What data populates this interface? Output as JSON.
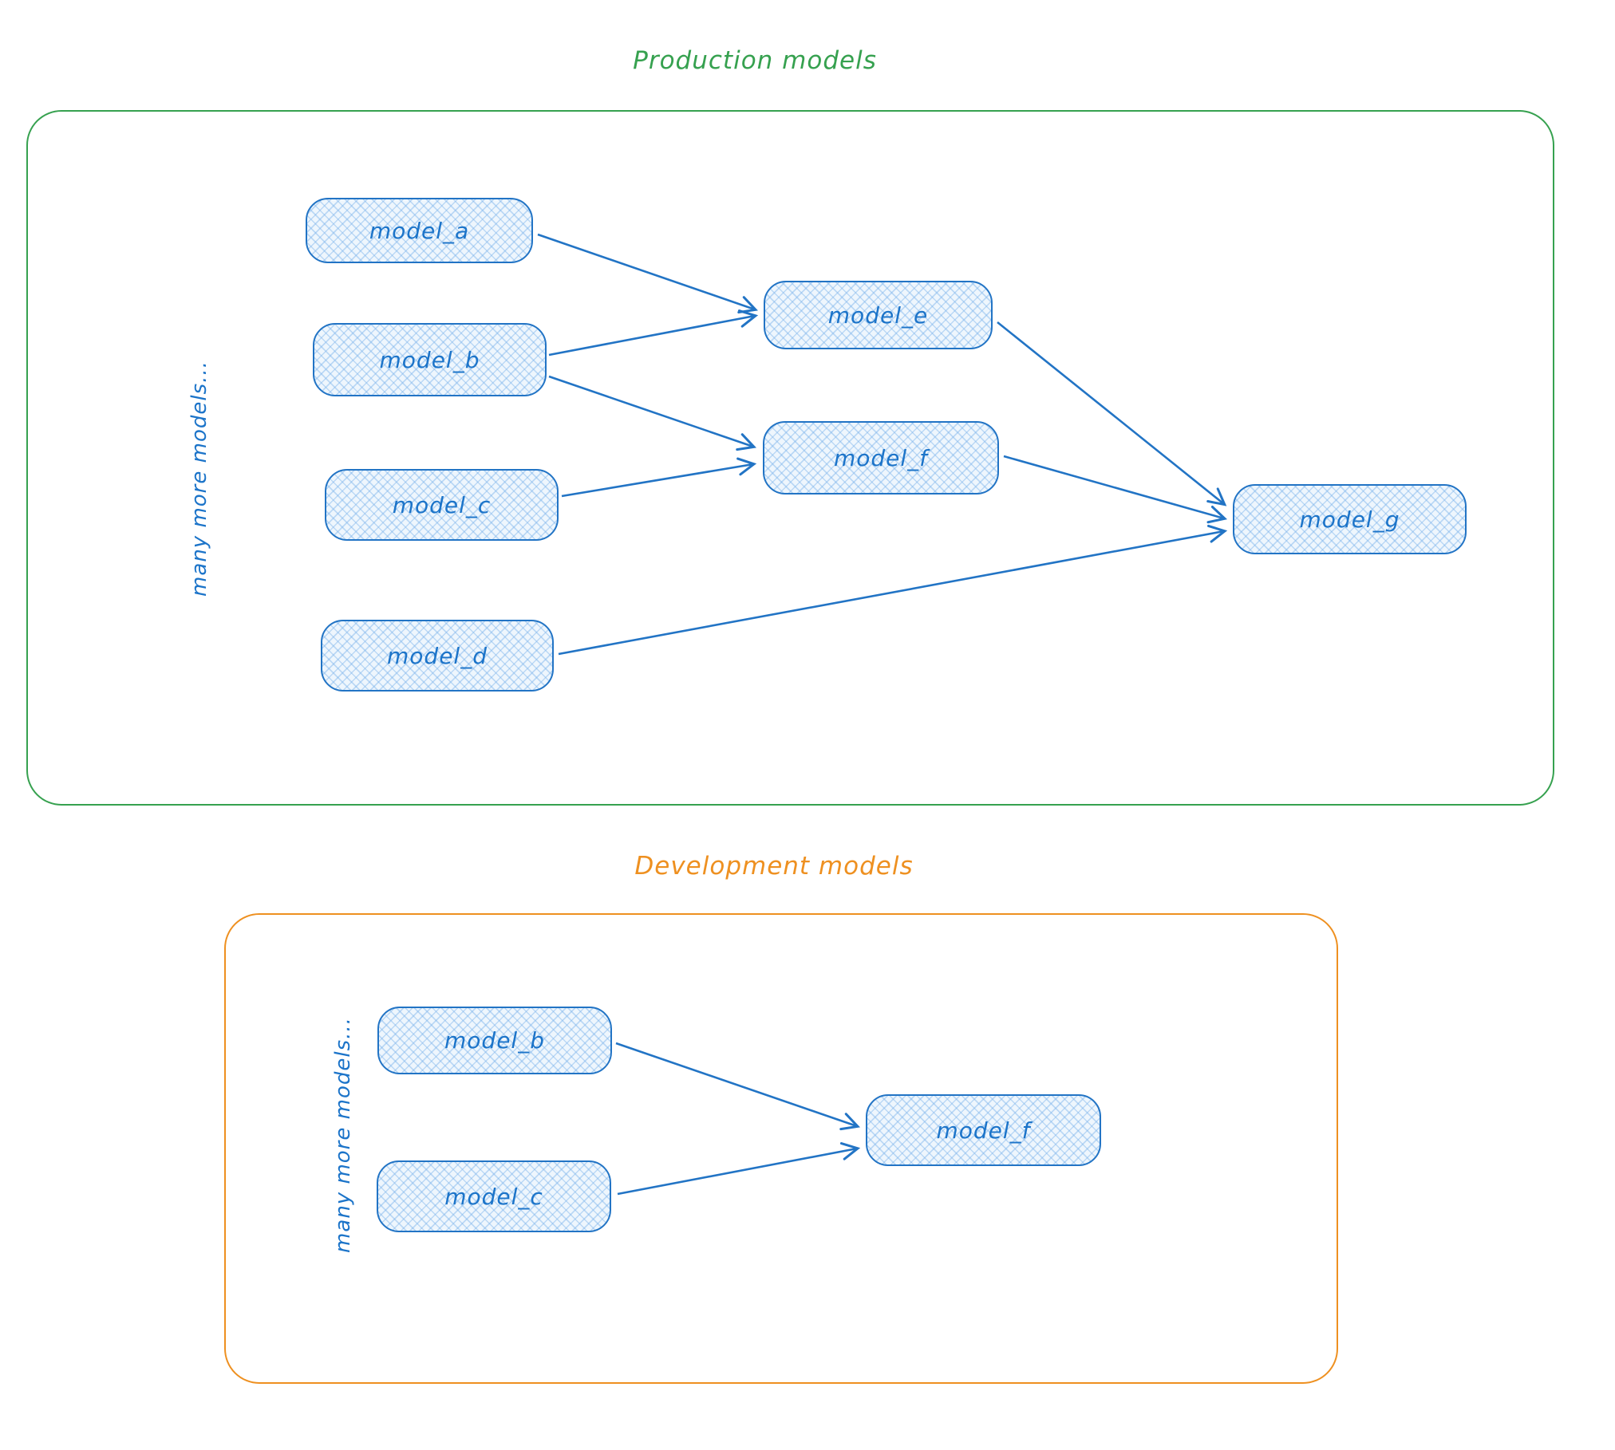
{
  "production": {
    "title": "Production models",
    "side_label": "many more models...",
    "nodes": [
      {
        "id": "model_a",
        "label": "model_a"
      },
      {
        "id": "model_b",
        "label": "model_b"
      },
      {
        "id": "model_c",
        "label": "model_c"
      },
      {
        "id": "model_d",
        "label": "model_d"
      },
      {
        "id": "model_e",
        "label": "model_e"
      },
      {
        "id": "model_f",
        "label": "model_f"
      },
      {
        "id": "model_g",
        "label": "model_g"
      }
    ],
    "edges": [
      {
        "from": "model_a",
        "to": "model_e"
      },
      {
        "from": "model_b",
        "to": "model_e"
      },
      {
        "from": "model_b",
        "to": "model_f"
      },
      {
        "from": "model_c",
        "to": "model_f"
      },
      {
        "from": "model_e",
        "to": "model_g"
      },
      {
        "from": "model_f",
        "to": "model_g"
      },
      {
        "from": "model_d",
        "to": "model_g"
      }
    ]
  },
  "development": {
    "title": "Development models",
    "side_label": "many more models...",
    "nodes": [
      {
        "id": "model_b",
        "label": "model_b"
      },
      {
        "id": "model_c",
        "label": "model_c"
      },
      {
        "id": "model_f",
        "label": "model_f"
      }
    ],
    "edges": [
      {
        "from": "model_b",
        "to": "model_f"
      },
      {
        "from": "model_c",
        "to": "model_f"
      }
    ]
  },
  "colors": {
    "node_stroke": "#2274c5",
    "node_text": "#1c74c9",
    "node_fill": "#eef6fd",
    "production_border": "#36a14f",
    "production_title": "#36a14f",
    "development_border": "#ee9020",
    "development_title": "#ee9020"
  }
}
